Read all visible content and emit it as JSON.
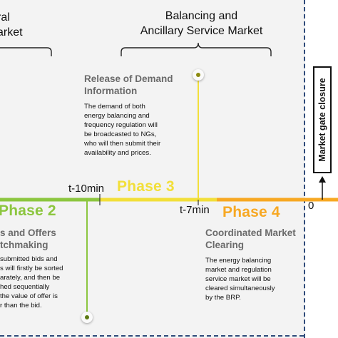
{
  "markets": {
    "left_title": "ral\narket",
    "right_title": "Balancing and\nAncillary Service Market"
  },
  "phases": {
    "phase2": "Phase 2",
    "phase3": "Phase 3",
    "phase4": "Phase 4"
  },
  "times": {
    "t10": "t-10min",
    "t7": "t-7min",
    "zero": "0"
  },
  "boxes": {
    "release": {
      "heading": "Release of Demand\nInformation",
      "text": "The demand of both\nenergy balancing and\nfrequency regulation will\nbe broadcasted to NGs,\nwho will then submit their\navailability and prices."
    },
    "matchmaking": {
      "heading": "s and Offers\ntchmaking",
      "text": "submitted bids and\ns will firstly be sorted\narately, and then be\nhed sequentially\nthe value of offer is\nr than the bid."
    },
    "clearing": {
      "heading": "Coordinated Market\nClearing",
      "text": "The energy balancing\nmarket and regulation\nservice market will be\ncleared simultaneously\nby the BRP."
    }
  },
  "gate": {
    "label": "Market gate closure"
  },
  "colors": {
    "green": "#8cc63f",
    "yellow": "#f2df3a",
    "orange": "#f7a823",
    "border": "#2e4a7a",
    "pin_green": "#5c7a14",
    "pin_yellow": "#8c8a10"
  }
}
